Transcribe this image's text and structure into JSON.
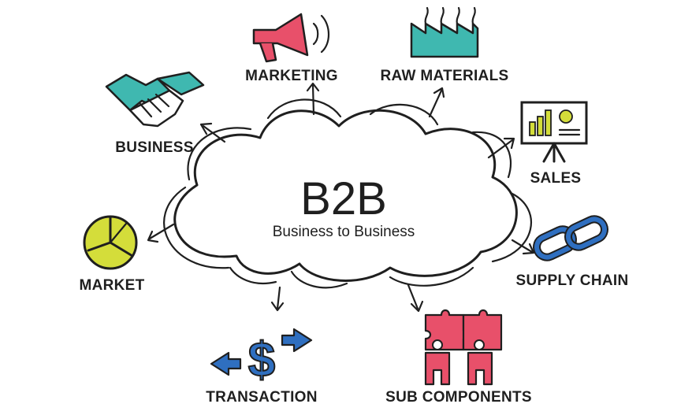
{
  "diagram": {
    "center_title": "B2B",
    "center_subtitle": "Business to Business",
    "nodes": [
      {
        "key": "marketing",
        "label": "MARKETING",
        "icon": "megaphone-icon",
        "color": "#e8506a"
      },
      {
        "key": "raw_materials",
        "label": "RAW MATERIALS",
        "icon": "factory-icon",
        "color": "#3fb8b0"
      },
      {
        "key": "business",
        "label": "BUSINESS",
        "icon": "handshake-icon",
        "color": "#3fb8b0"
      },
      {
        "key": "sales",
        "label": "SALES",
        "icon": "presentation-board-icon",
        "color": "#d4dd3a"
      },
      {
        "key": "market",
        "label": "MARKET",
        "icon": "pie-chart-icon",
        "color": "#d4dd3a"
      },
      {
        "key": "supply_chain",
        "label": "SUPPLY CHAIN",
        "icon": "chain-link-icon",
        "color": "#2f6fc0"
      },
      {
        "key": "transaction",
        "label": "TRANSACTION",
        "icon": "dollar-arrows-icon",
        "color": "#2f6fc0"
      },
      {
        "key": "sub_components",
        "label": "SUB COMPONENTS",
        "icon": "puzzle-people-icon",
        "color": "#e8506a"
      }
    ]
  }
}
